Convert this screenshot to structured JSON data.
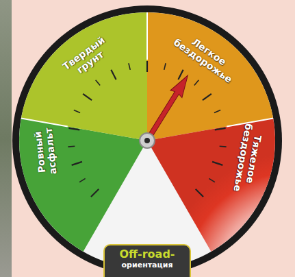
{
  "diagram": {
    "nodes": [
      {
        "text": [
          "Ровный асфальт"
        ]
      },
      {
        "text": [
          "Твердый грунт"
        ]
      },
      {
        "text": [
          "Легкое бездорожье"
        ]
      },
      {
        "text": [
          "Тяжелое бездорожье"
        ]
      },
      {
        "text": [
          "Off-road-",
          "ориентация"
        ]
      }
    ]
  }
}
